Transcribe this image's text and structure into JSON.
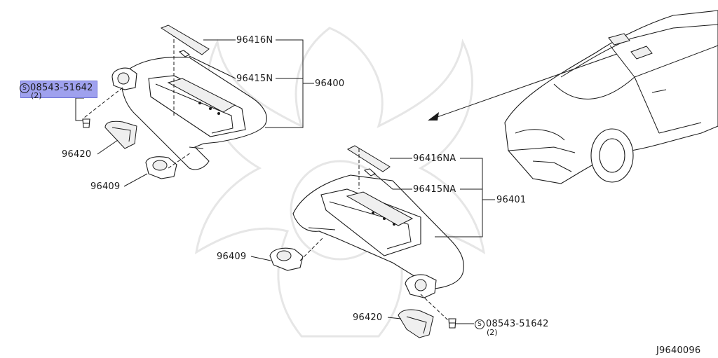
{
  "diagram": {
    "diagram_id": "J9640096",
    "labels": {
      "p96416N": "96416N",
      "p96415N": "96415N",
      "p96400": "96400",
      "p96420_left": "96420",
      "p96409_left": "96409",
      "p96416NA": "96416NA",
      "p96415NA": "96415NA",
      "p96401": "96401",
      "p96409_right": "96409",
      "p96420_right": "96420"
    },
    "screws": {
      "left": {
        "symbol": "S",
        "number": "08543-51642",
        "qty": "(2)"
      },
      "right": {
        "symbol": "S",
        "number": "08543-51642",
        "qty": "(2)"
      }
    },
    "highlight_color": "#9fa1ee"
  }
}
